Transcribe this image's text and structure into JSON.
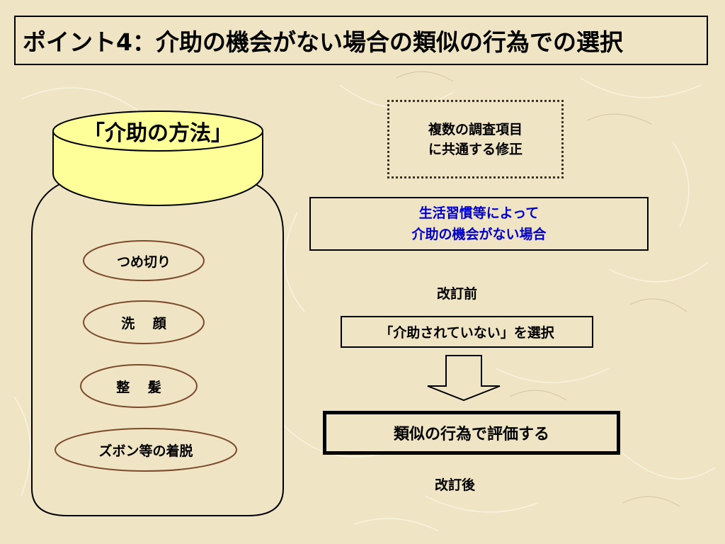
{
  "title": "ポイント4：介助の機会がない場合の類似の行為での選択",
  "jar": {
    "lid_label": "「介助の方法」",
    "items": [
      "つめ切り",
      "洗　 顔",
      "整　 髪",
      "ズボン等の着脱"
    ]
  },
  "note_box": {
    "line1": "複数の調査項目",
    "line2": "に共通する修正"
  },
  "condition_box": {
    "line1": "生活習慣等によって",
    "line2": "介助の機会がない場合"
  },
  "before_label": "改訂前",
  "before_box": "「介助されていない」を選択",
  "after_box": "類似の行為で評価する",
  "after_label": "改訂後",
  "colors": {
    "lid_fill": "#ffff99",
    "jar_fill": "#efe4c3",
    "oval_stroke": "#7a4a2a",
    "condition_text": "#0000cc"
  }
}
